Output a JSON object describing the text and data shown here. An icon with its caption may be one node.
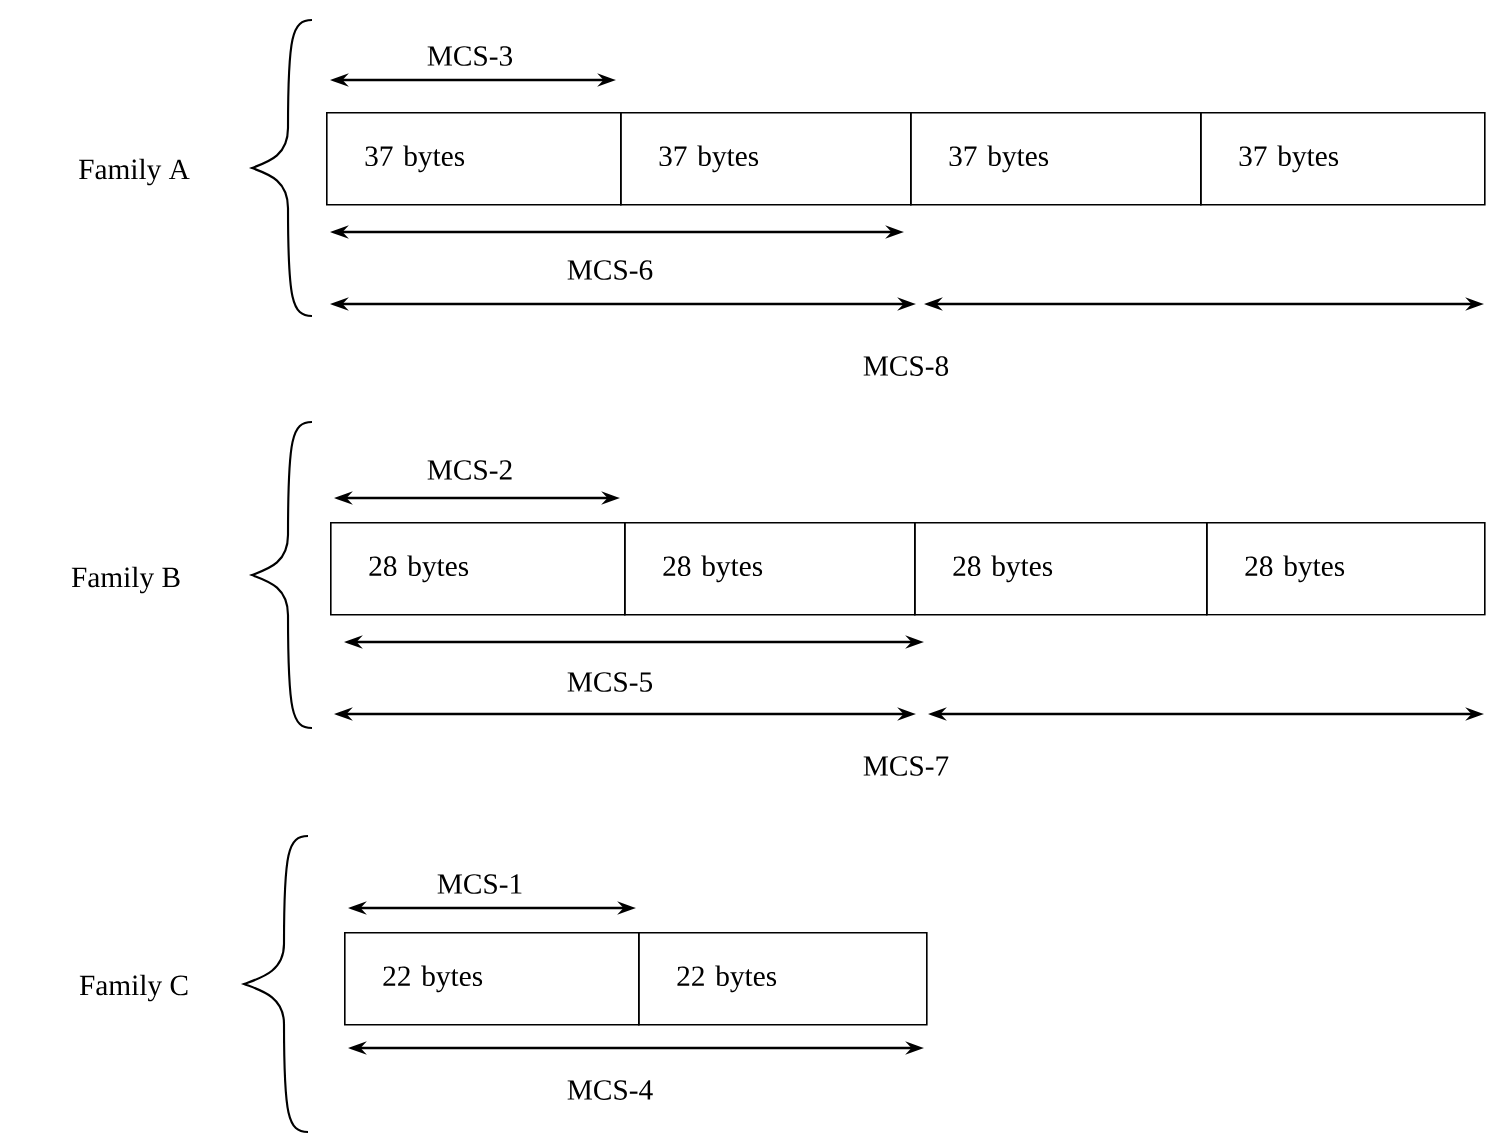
{
  "diagram": {
    "nodes": [
      {
        "text": [
          "37 bytes"
        ]
      },
      {
        "text": [
          "37 bytes"
        ]
      },
      {
        "text": [
          "37 bytes"
        ]
      },
      {
        "text": [
          "37 bytes"
        ]
      },
      {
        "text": [
          "28 bytes"
        ]
      },
      {
        "text": [
          "28 bytes"
        ]
      },
      {
        "text": [
          "28 bytes"
        ]
      },
      {
        "text": [
          "28 bytes"
        ]
      },
      {
        "text": [
          "22 bytes"
        ]
      },
      {
        "text": [
          "22 bytes"
        ]
      }
    ],
    "labels": [
      "MCS-3",
      "Family A",
      "MCS-6",
      "MCS-8",
      "MCS-2",
      "Family B",
      "MCS-5",
      "MCS-7",
      "MCS-1",
      "Family C",
      "MCS-4"
    ]
  }
}
